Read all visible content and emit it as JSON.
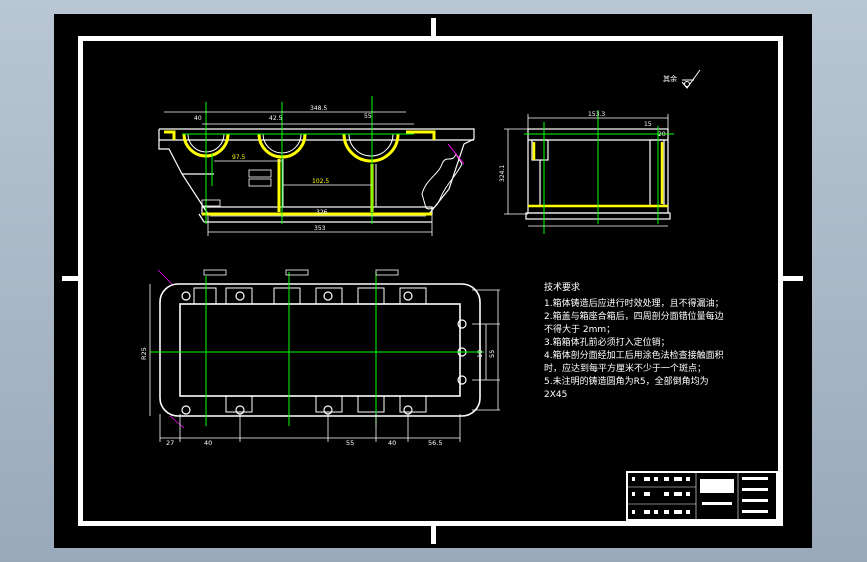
{
  "colors": {
    "background": "#a6b4c4",
    "sheet": "#000000",
    "frame": "#ffffff",
    "centerline": "#00ff00",
    "hatch": "#ffff00",
    "dimension": "#ffffff",
    "accent_magenta": "#ff00ff",
    "accent_cyan": "#00ffff"
  },
  "roughness": {
    "label": "其余"
  },
  "front_view": {
    "dims": {
      "overall_top": "348.5",
      "overall_mid": "326",
      "overall_bottom": "353",
      "bore1": "40",
      "bore2": "42.5",
      "bore3": "55",
      "inner1": "97.5",
      "inner2": "102.5"
    }
  },
  "side_view": {
    "dims": {
      "width": "153.3",
      "height": "324.1",
      "top_a": "15",
      "top_b": "20"
    }
  },
  "plan_view": {
    "dims": {
      "bottom": [
        "27",
        "40",
        "55",
        "40",
        "56.5"
      ],
      "right": [
        "19",
        "55"
      ],
      "left": "R25"
    }
  },
  "tech_requirements": {
    "title": "技术要求",
    "items": [
      "1.箱体铸造后应进行时效处理，且不得漏油；",
      "2.箱盖与箱座合箱后，四周剖分面错位量每边",
      "不得大于 2mm；",
      "3.箱箱体孔前必须打入定位销；",
      "4.箱体剖分面经加工后用涂色法检查接触面积",
      "时，应达到每平方厘米不少于一个斑点；",
      "5.未注明的铸造圆角为R5，全部倒角均为",
      "2X45"
    ]
  }
}
